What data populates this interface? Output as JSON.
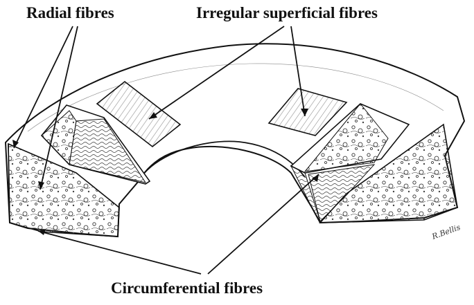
{
  "labels": {
    "radial": "Radial fibres",
    "irregular": "Irregular superficial fibres",
    "circumferential": "Circumferential fibres"
  },
  "signature": "R.Bellis",
  "colors": {
    "ink": "#111111",
    "paper": "#ffffff"
  }
}
